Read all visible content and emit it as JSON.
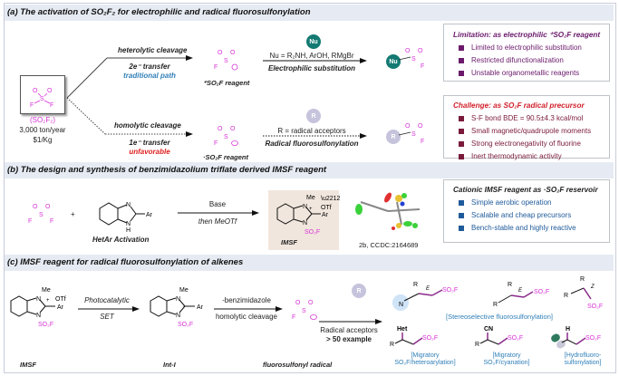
{
  "sections": {
    "a": {
      "title": "(a) The activation of SO₂F₂ for electrophilic and radical fluorosulfonylation"
    },
    "b": {
      "title": "(b) The design and synthesis of benzimidazolium triflate derived IMSF reagent"
    },
    "c": {
      "title": "(c) IMSF reagent for radical fluorosulfonylation of alkenes"
    }
  },
  "panel_a": {
    "so2f2_label": "(SO₂F₂)",
    "production": "3,000 ton/year",
    "price": "$1/Kg",
    "upper_path": {
      "above": "heterolytic cleavage",
      "below1": "2e⁻ transfer",
      "below2": "traditional path",
      "reagent": "⁺SO₂F reagent",
      "nu_badge": "Nu",
      "conditions": "Nu = R₂NH, ArOH, RMgBr",
      "reaction": "Electrophilic substitution"
    },
    "lower_path": {
      "above": "homolytic cleavage",
      "below1": "1e⁻ transfer",
      "below2": "unfavorable",
      "reagent": "·SO₂F reagent",
      "r_badge": "R",
      "conditions": "R = radical acceptors",
      "reaction": "Radical fluorosulfonylation"
    },
    "limitation_box": {
      "title": "Limitation: as electrophilic ⁺SO₂F reagent",
      "items": [
        "Limited to electrophilic substitution",
        "Restricted difunctionalization",
        "Unstable organometallic reagents"
      ],
      "color": "#6b1a6b"
    },
    "challenge_box": {
      "title": "Challenge: as SO₂F radical precursor",
      "items": [
        "S-F bond BDE = 90.5±4.3 kcal/mol",
        "Small magnetic/quadrupole moments",
        "Strong electronegativity of fluorine",
        "Inert thermodynamic activity"
      ],
      "color": "#7a1a3a"
    }
  },
  "panel_b": {
    "plus": "+",
    "hetar_label": "HetAr Activation",
    "conditions_top": "Base",
    "conditions_bottom": "then MeOTf",
    "imsf_label": "IMSF",
    "crystal_label": "2b, CCDC:2164689",
    "reservoir_box": {
      "title": "Cationic IMSF reagent as ·SO₂F reservoir",
      "items": [
        "Simple aerobic operation",
        "Scalable and cheap precursors",
        "Bench-stable and highly reactive"
      ],
      "color": "#1f5a9a"
    }
  },
  "panel_c": {
    "step1_top": "Photocatalytic",
    "step1_bottom": "SET",
    "step2_top": "-benzimidazole",
    "step2_bottom": "homolytic cleavage",
    "step3_top": "Radical acceptors",
    "step3_bottom": "> 50 example",
    "labels": [
      "IMSF",
      "Int-I",
      "fluorosulfonyl radical"
    ],
    "products": {
      "stereo": "[Stereoselective fluorosulfonylation]",
      "hetero": "[Migratory SO₂F/heteroarylation]",
      "cyano": "[Migratory SO₂F/cyanation]",
      "hydro": "[Hydrofluoro-sulfonylation]"
    }
  },
  "atoms": {
    "O": "O",
    "S": "S",
    "F": "F",
    "N": "N",
    "H": "H",
    "Me": "Me",
    "Ar": "Ar",
    "OTf": "OTf",
    "SO2F": "SO₂F",
    "R": "R",
    "Het": "Het",
    "CN": "CN",
    "E": "E",
    "Z": "Z",
    "RS": "Rˢ",
    "RL": "Rᴸ"
  }
}
